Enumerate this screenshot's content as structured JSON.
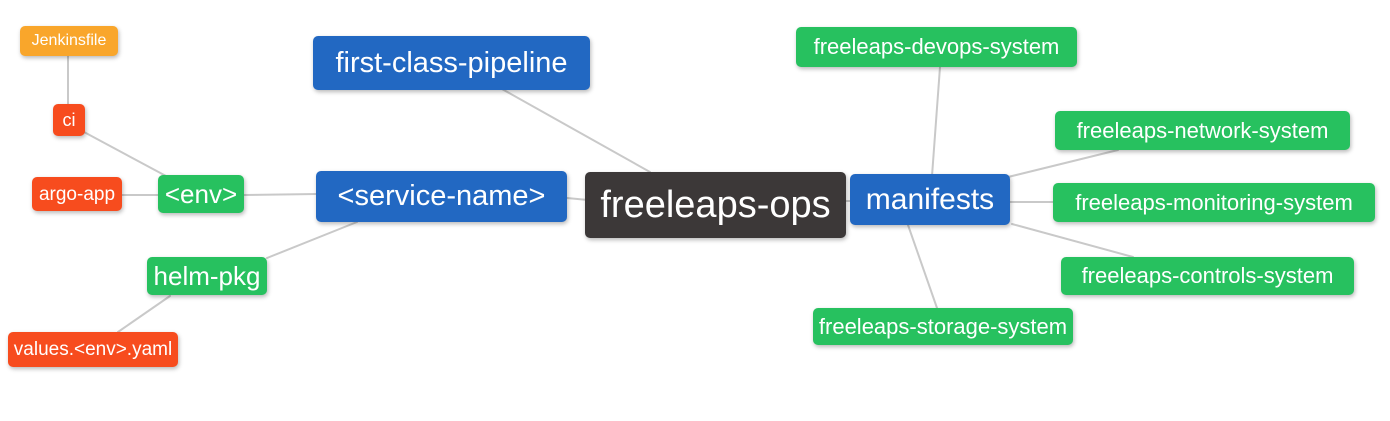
{
  "mindmap": {
    "root": {
      "label": "freeleaps-ops"
    },
    "nodes": {
      "first_class_pipeline": {
        "label": "first-class-pipeline"
      },
      "service_name": {
        "label": "<service-name>"
      },
      "env": {
        "label": "<env>"
      },
      "argo_app": {
        "label": "argo-app"
      },
      "ci": {
        "label": "ci"
      },
      "jenkinsfile": {
        "label": "Jenkinsfile"
      },
      "helm_pkg": {
        "label": "helm-pkg"
      },
      "values_env_yaml": {
        "label": "values.<env>.yaml"
      },
      "manifests": {
        "label": "manifests"
      },
      "devops_system": {
        "label": "freeleaps-devops-system"
      },
      "network_system": {
        "label": "freeleaps-network-system"
      },
      "monitoring_system": {
        "label": "freeleaps-monitoring-system"
      },
      "controls_system": {
        "label": "freeleaps-controls-system"
      },
      "storage_system": {
        "label": "freeleaps-storage-system"
      }
    },
    "colors": {
      "root_node": "#3c3838",
      "level1_node": "#2268c2",
      "level2_node": "#27c15f",
      "level3_node": "#f74c1e",
      "level4_node": "#f9a62b",
      "edge": "#c9c9c9",
      "background": "#ffffff",
      "node_text": "#ffffff"
    }
  }
}
